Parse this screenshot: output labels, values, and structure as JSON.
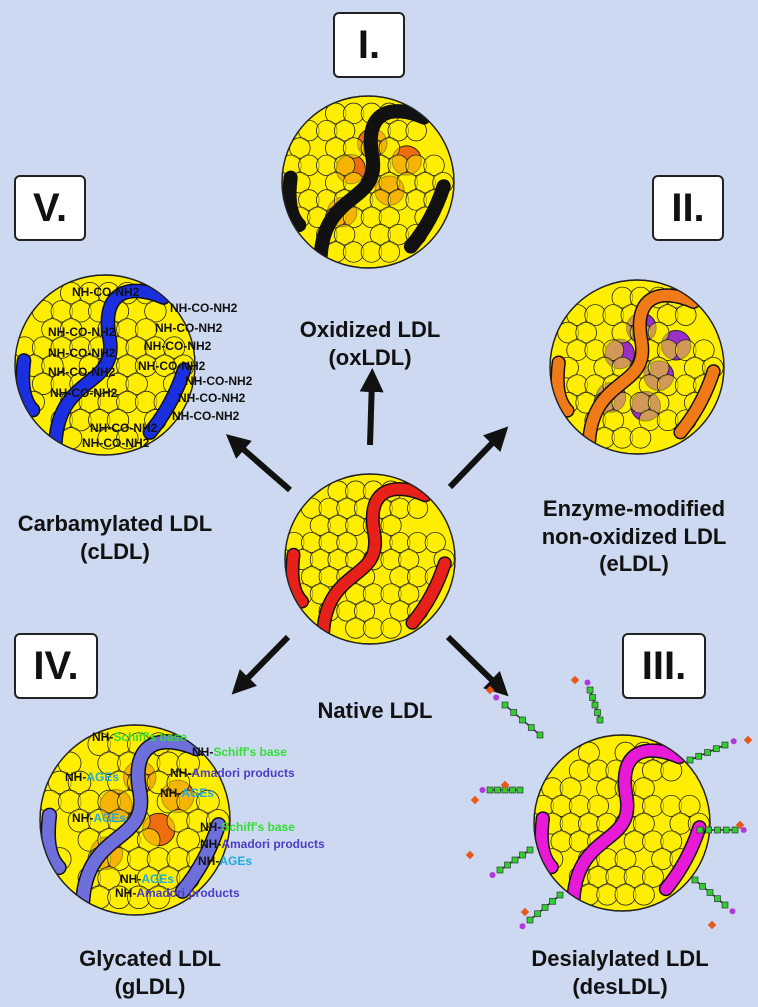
{
  "center": {
    "label": "Native LDL",
    "band_color": "#e8201a"
  },
  "panels": {
    "oxidized": {
      "roman": "I.",
      "name": "Oxidized LDL",
      "abbr": "(oxLDL)",
      "band_color": "#111111"
    },
    "enzyme": {
      "roman": "II.",
      "name1": "Enzyme-modified",
      "name2": "non-oxidized LDL",
      "abbr": "(eLDL)",
      "band_color": "#f07a18"
    },
    "desialylated": {
      "roman": "III.",
      "name": "Desialylated LDL",
      "abbr": "(desLDL)",
      "band_color": "#e81ad8"
    },
    "glycated": {
      "roman": "IV.",
      "name": "Glycated LDL",
      "abbr": "(gLDL)",
      "band_color": "#6f6fdc"
    },
    "carbamylated": {
      "roman": "V.",
      "name": "Carbamylated LDL",
      "abbr": "(cLDL)",
      "band_color": "#1a2fe0"
    }
  },
  "carbamyl_group": "NH-CO-NH2",
  "glycation": {
    "prefix": "NH-",
    "schiff": "Schiff's base",
    "amadori": "Amadori products",
    "ages": "AGEs"
  },
  "colors": {
    "background": "#cdd9f0",
    "sphere": "#ffee00",
    "core_orange": "#ef6d0c",
    "core_purple": "#9b30c8",
    "schiff_text": "#33dd33",
    "amadori_text": "#4a3cc8",
    "ages_text": "#22aadd"
  }
}
